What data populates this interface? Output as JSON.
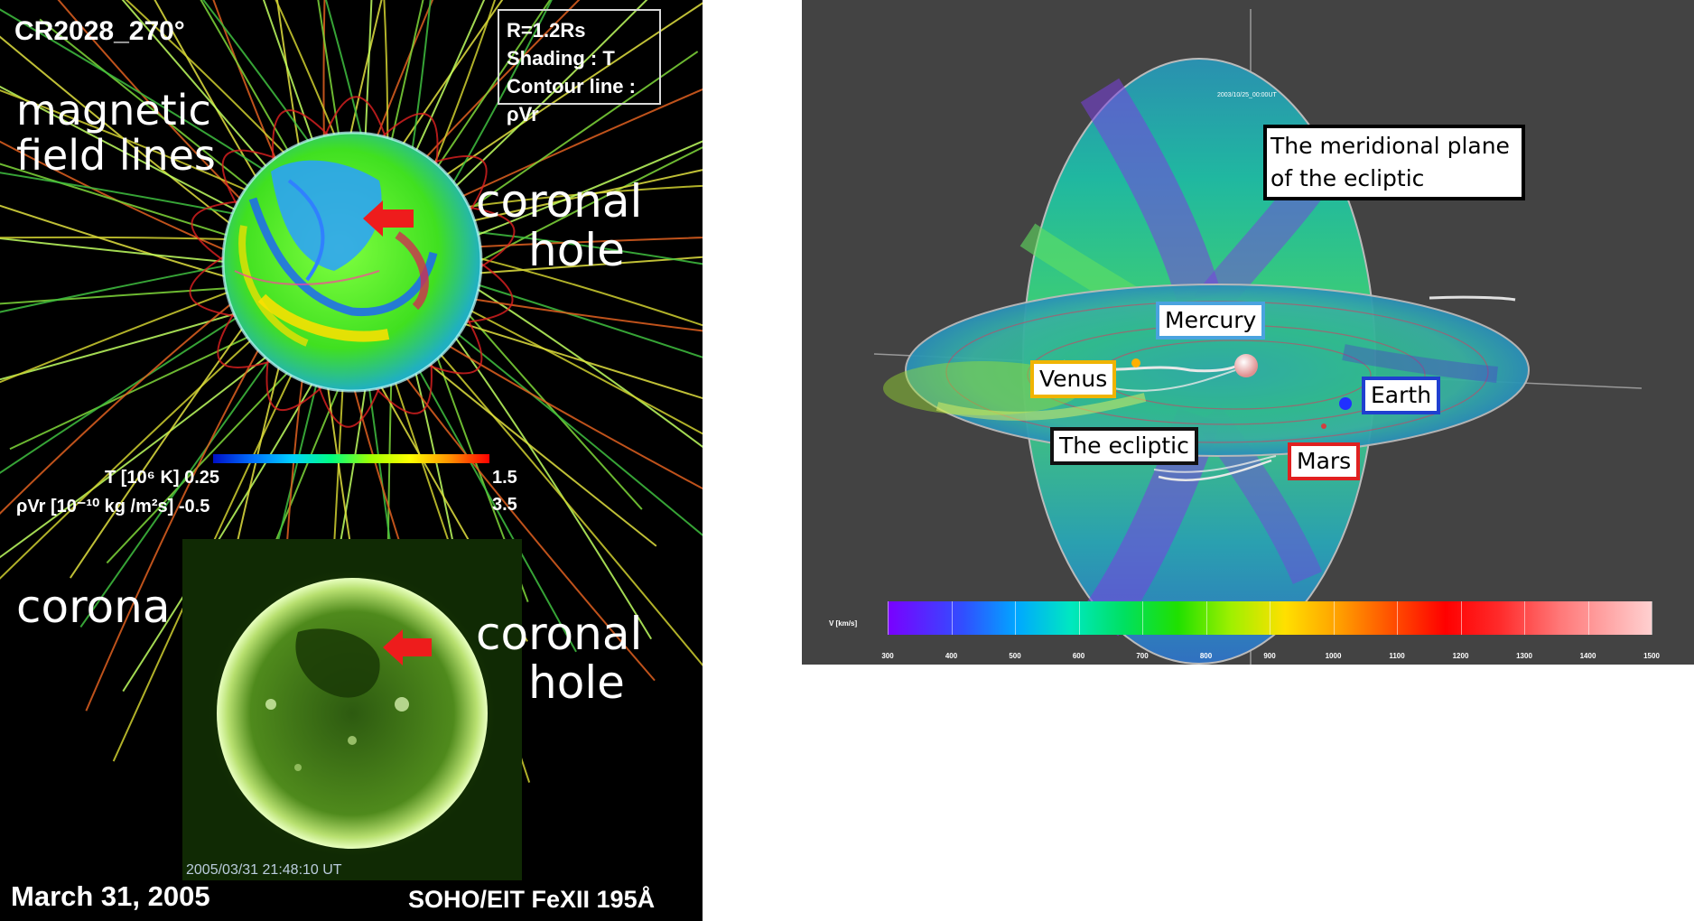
{
  "left_panel": {
    "title": "CR2028_270°",
    "legend_box": {
      "line1": "R=1.2Rs",
      "line2": "Shading        : T",
      "line3": "Contour line : ρVr"
    },
    "label_magnetic_1": "magnetic",
    "label_magnetic_2": "field lines",
    "label_coronal_hole_top_1": "coronal",
    "label_coronal_hole_top_2": "hole",
    "scale_T_label": "T [10⁶ K]  0.25",
    "scale_T_max": "1.5",
    "scale_rho_label": "ρVr [10⁻¹⁰ kg /m²s] -0.5",
    "scale_rho_max": "3.5",
    "label_corona": "corona",
    "label_coronal_hole_bottom_1": "coronal",
    "label_coronal_hole_bottom_2": "hole",
    "eit_timestamp": "2005/03/31 21:48:10 UT",
    "date": "March 31, 2005",
    "instrument": "SOHO/EIT FeXII 195Å"
  },
  "right_panel": {
    "timestamp": "2003/10/25_00:00UT",
    "meridional_label_1": "The meridional plane",
    "meridional_label_2": "of the ecliptic",
    "mercury": "Mercury",
    "venus": "Venus",
    "earth": "Earth",
    "ecliptic": "The ecliptic",
    "mars": "Mars",
    "colorbar_title": "V [km/s]",
    "colorbar_ticks": [
      "300",
      "400",
      "500",
      "600",
      "700",
      "800",
      "900",
      "1000",
      "1100",
      "1200",
      "1300",
      "1400",
      "1500"
    ]
  },
  "colors": {
    "mercury_border": "#4aa3df",
    "venus_border": "#f0b400",
    "earth_border": "#1f3fd0",
    "ecliptic_border": "#111111",
    "mars_border": "#e02020",
    "arrow_red": "#ee1c1c"
  }
}
